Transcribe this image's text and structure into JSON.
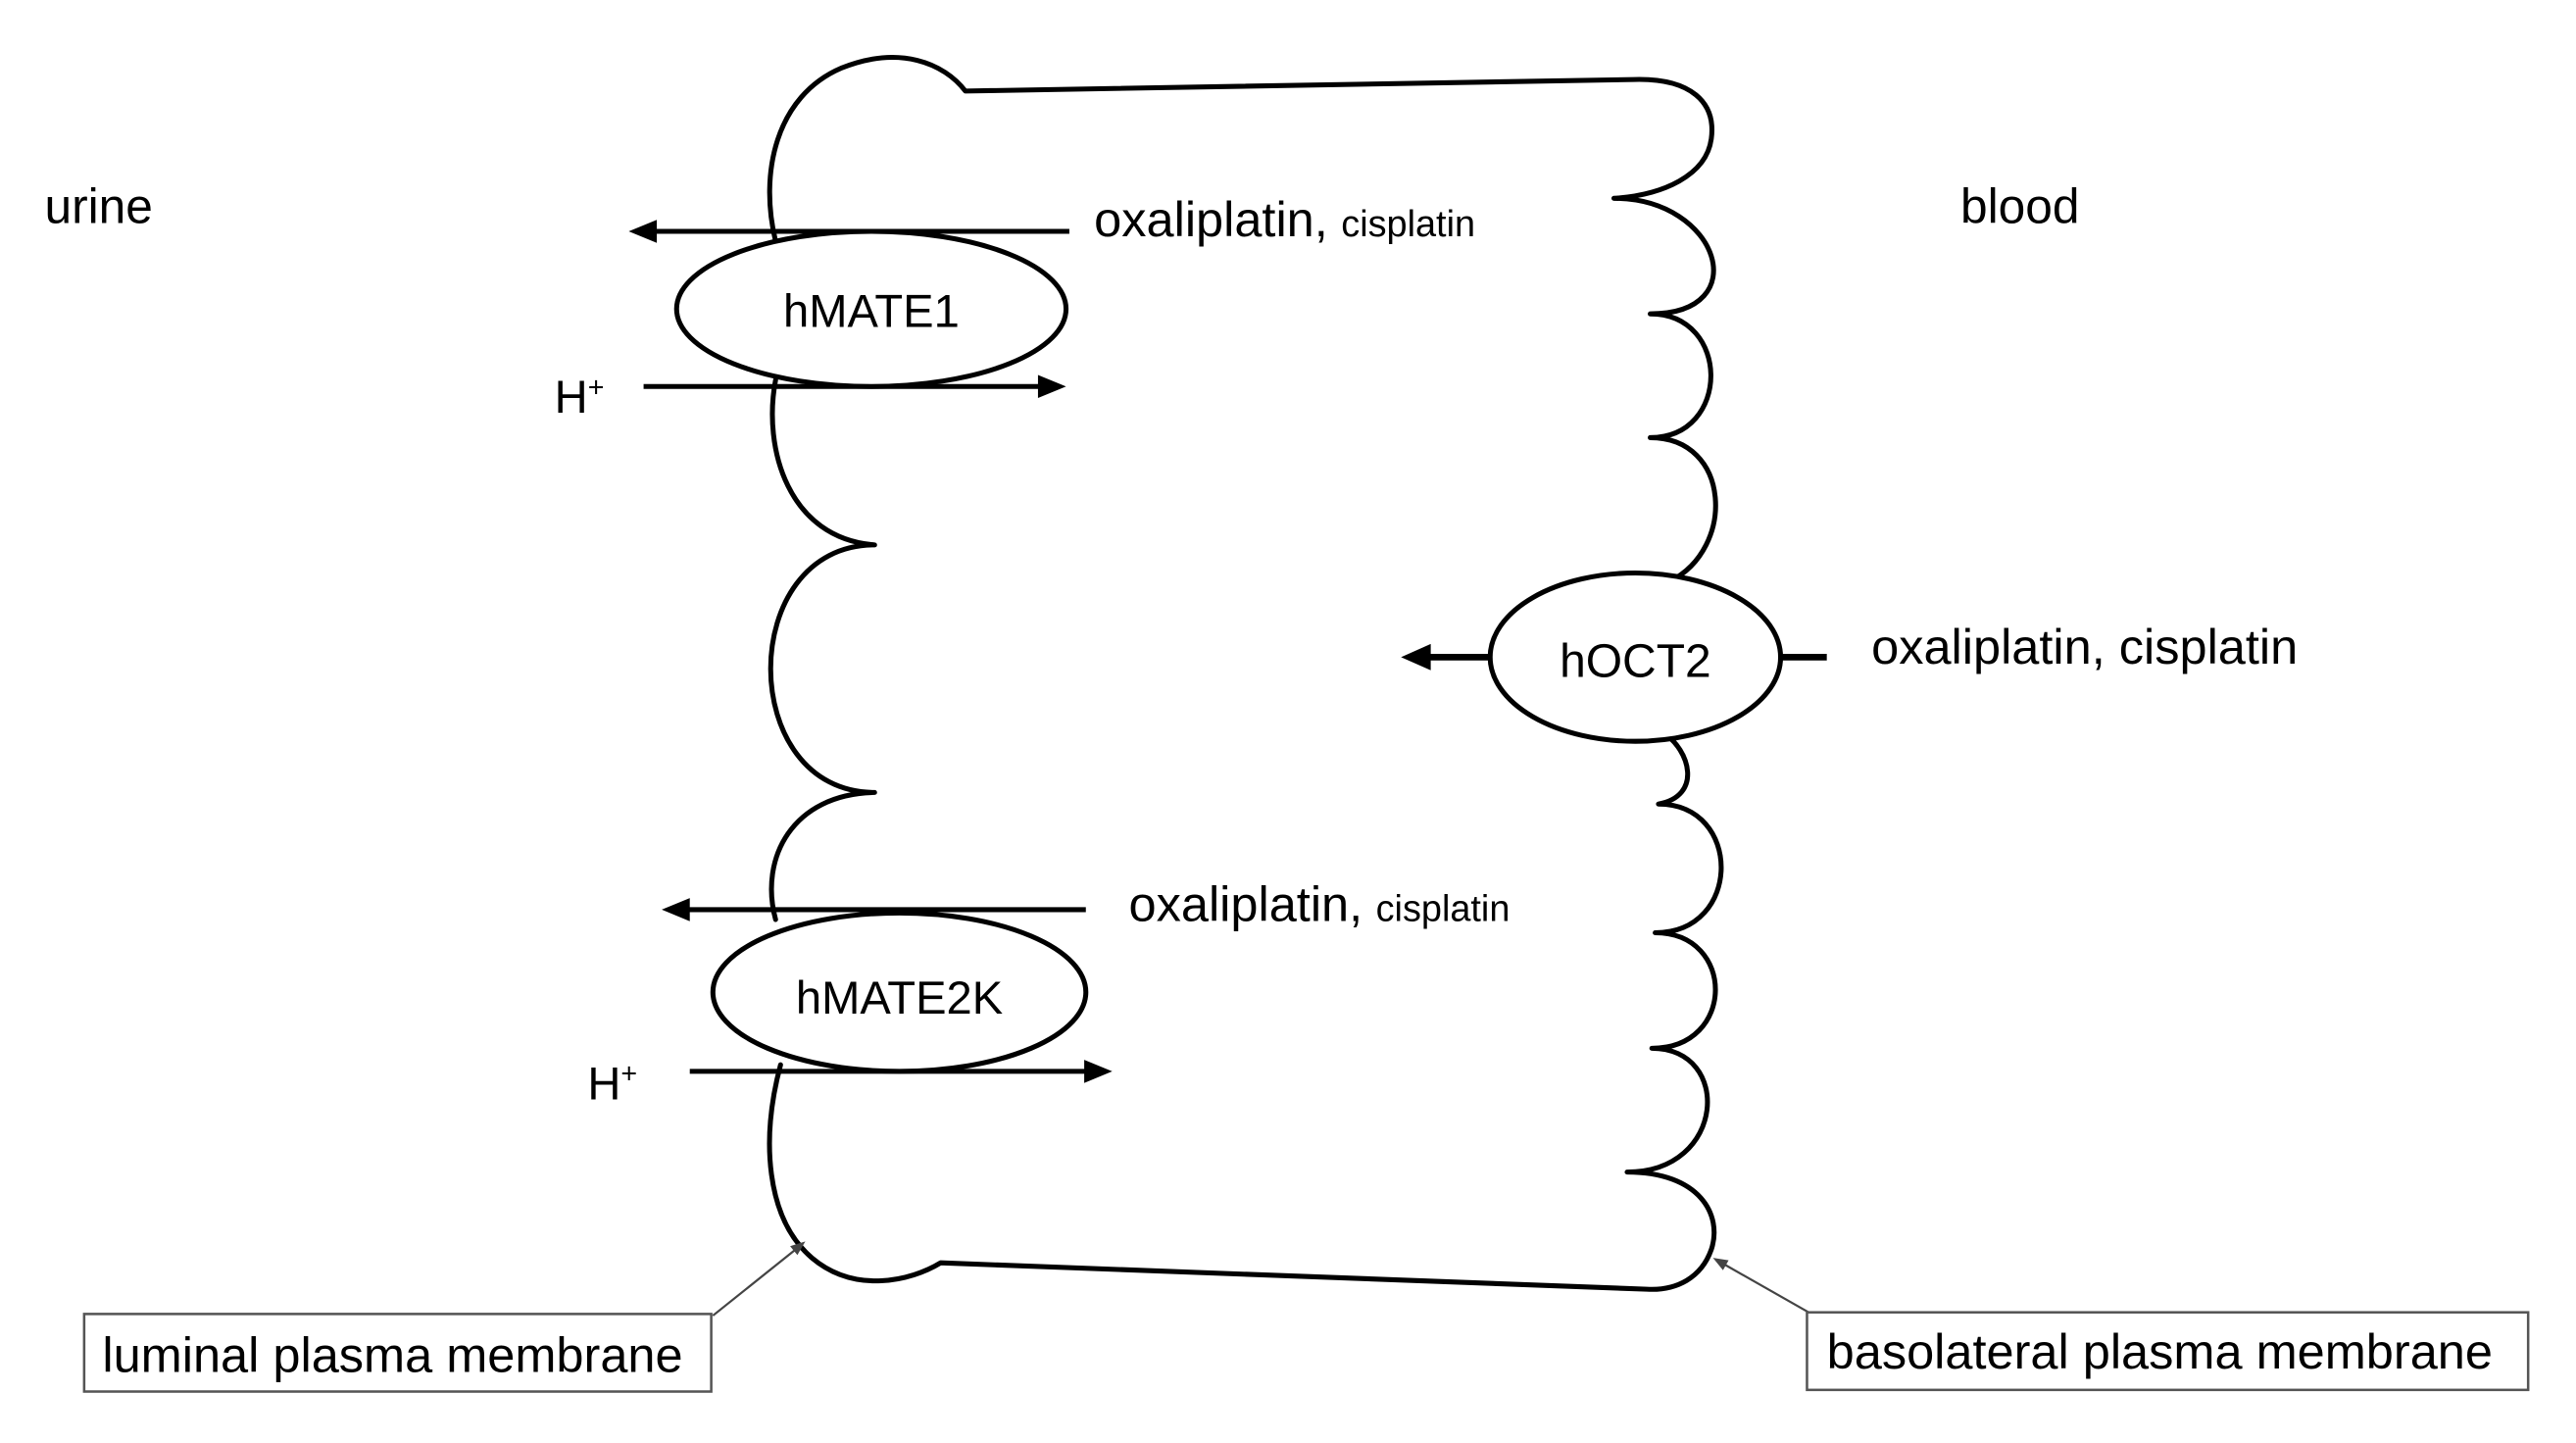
{
  "compartments": {
    "luminal_side": "urine",
    "basolateral_side": "blood"
  },
  "transporters": {
    "hmate1": {
      "name": "hMATE1",
      "substrate_primary": "oxaliplatin,",
      "substrate_secondary": "cisplatin",
      "counter_ion": {
        "symbol": "H",
        "charge": "+"
      }
    },
    "hmate2k": {
      "name": "hMATE2K",
      "substrate_primary": "oxaliplatin,",
      "substrate_secondary": "cisplatin",
      "counter_ion": {
        "symbol": "H",
        "charge": "+"
      }
    },
    "hoct2": {
      "name": "hOCT2",
      "substrates": "oxaliplatin, cisplatin"
    }
  },
  "callouts": {
    "luminal": "luminal plasma membrane",
    "basolateral": "basolateral plasma membrane"
  }
}
